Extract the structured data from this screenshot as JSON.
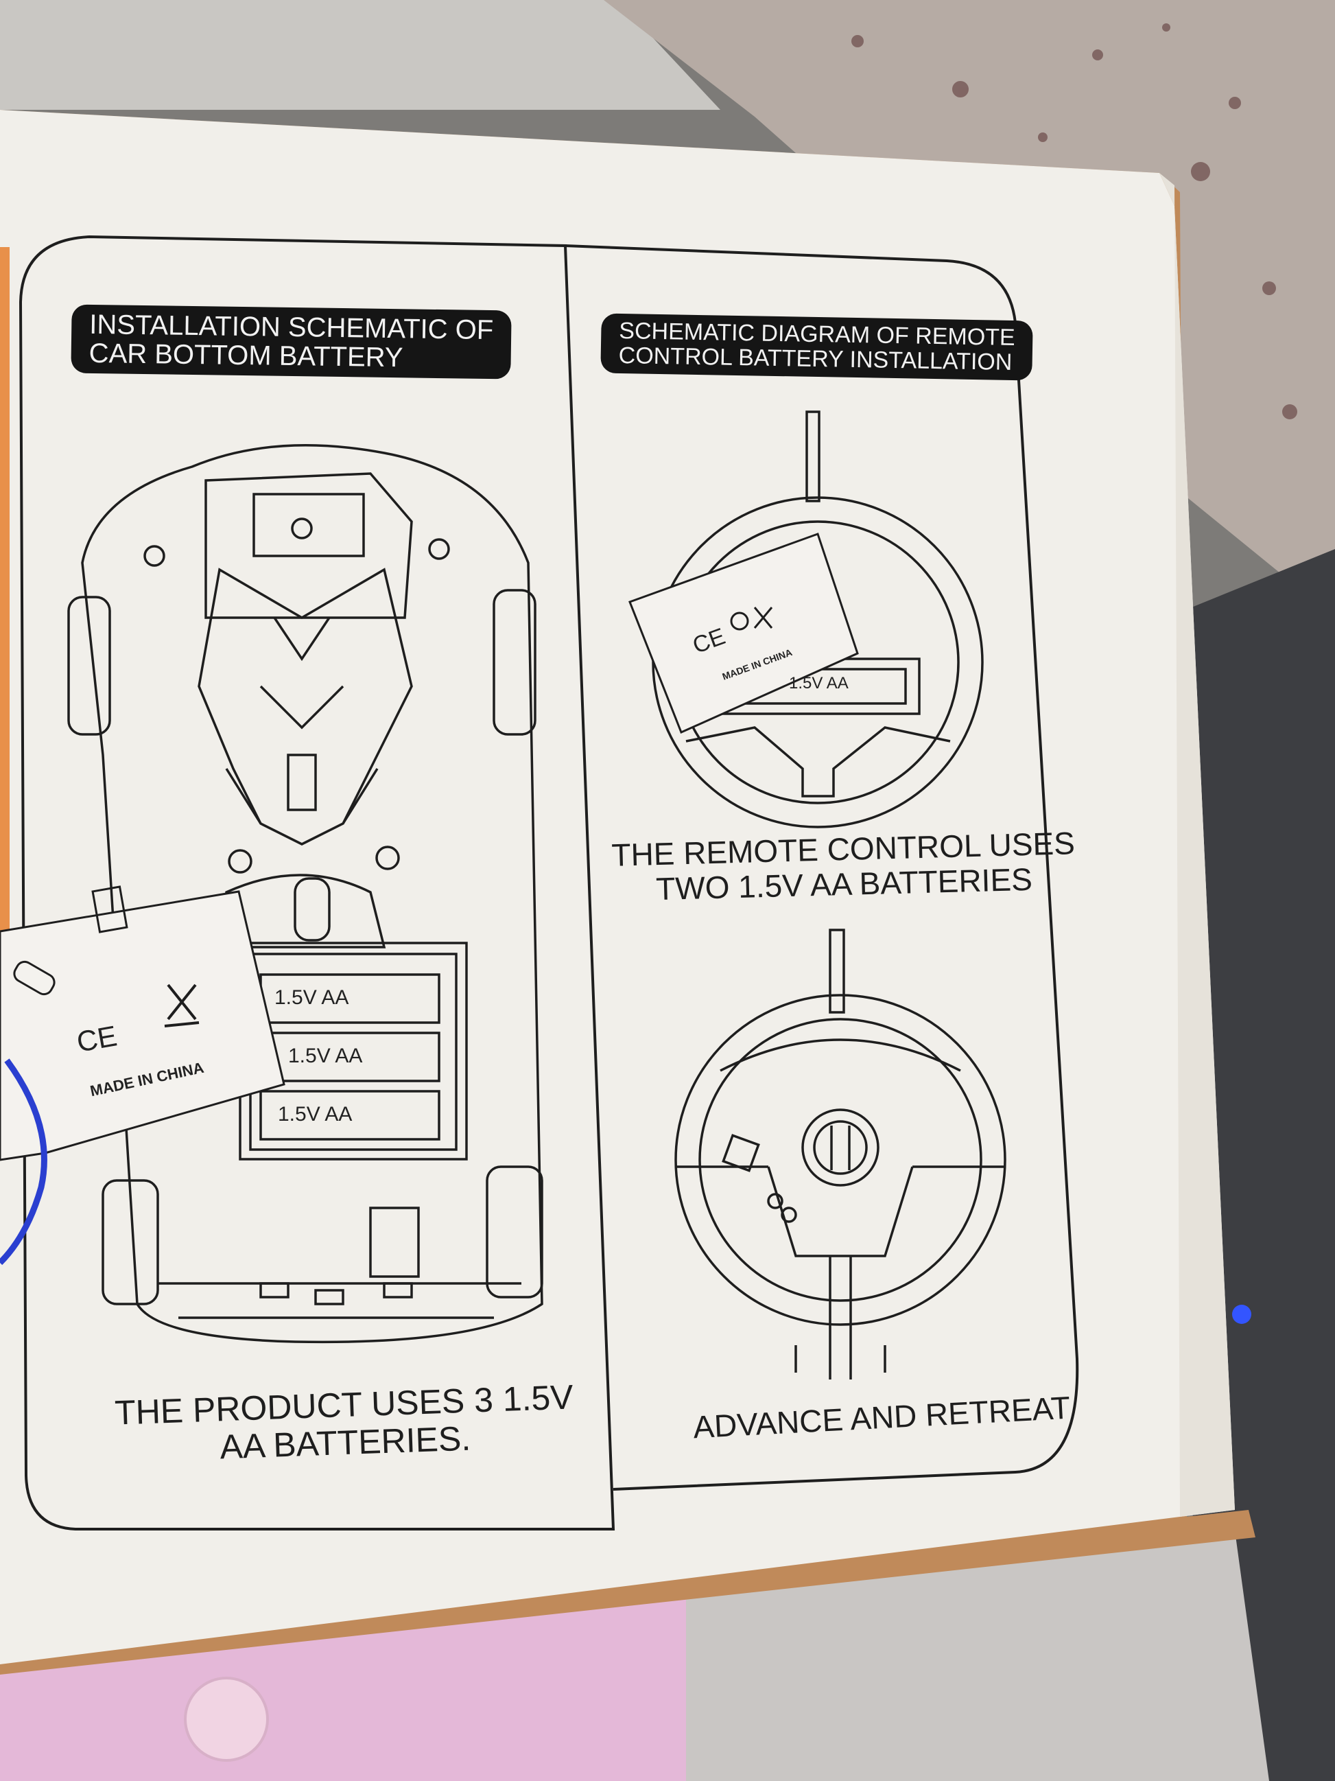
{
  "left_panel": {
    "heading_line1": "INSTALLATION SCHEMATIC OF",
    "heading_line2": "CAR BOTTOM BATTERY",
    "battery_labels": [
      "1.5V AA",
      "1.5V AA",
      "1.5V AA"
    ],
    "sticker_ce": "CE",
    "sticker_origin": "MADE IN CHINA",
    "caption_line1": "THE PRODUCT USES 3 1.5V",
    "caption_line2": "AA BATTERIES."
  },
  "right_panel": {
    "heading_line1": "SCHEMATIC DIAGRAM OF REMOTE",
    "heading_line2": "CONTROL BATTERY INSTALLATION",
    "battery_label": "1.5V AA",
    "sticker_ce": "CE",
    "sticker_origin": "MADE IN CHINA",
    "caption_line1": "THE REMOTE CONTROL USES",
    "caption_line2": "TWO 1.5V AA BATTERIES",
    "bottom_caption": "ADVANCE AND RETREAT"
  },
  "colors": {
    "box": "#f1efea",
    "ink": "#1e1e1e",
    "pill": "#151515",
    "marker": "#2a3fd0"
  }
}
